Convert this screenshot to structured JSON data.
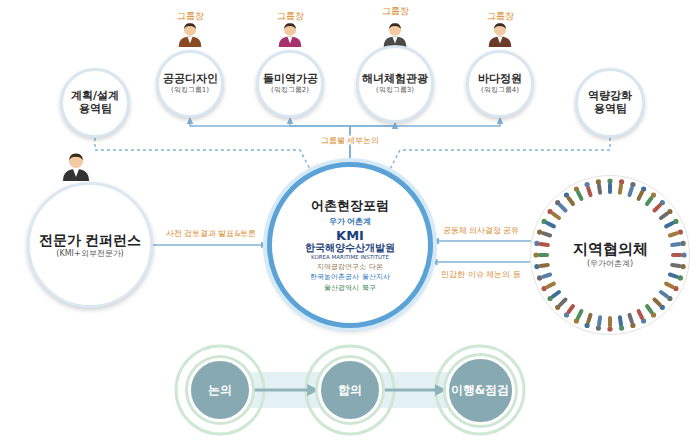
{
  "diagram": {
    "nodes": [
      {
        "text": [
          "계획/설계 용역팀"
        ]
      },
      {
        "text": [
          "그룹장",
          "공공디자인",
          "(워킹그룹1)"
        ]
      },
      {
        "text": [
          "그룹장",
          "돌미역가공",
          "(워킹그룹2)"
        ]
      },
      {
        "text": [
          "그룹장",
          "해녀체험관광",
          "(워킹그룹3)"
        ]
      },
      {
        "text": [
          "그룹장",
          "바다정원",
          "(워킹그룹4)"
        ]
      },
      {
        "text": [
          "역량강화 용역팀"
        ]
      },
      {
        "text": [
          "전문가 컨퍼런스",
          "(KMI+외부전문가)"
        ]
      },
      {
        "text": [
          "어촌현장포럼",
          "우가 어촌계",
          "KMI",
          "한국해양수산개발원",
          "KOREA MARITIME INSTITUTE",
          "지역공감연구소 다온",
          "한국농어촌공사 울산지사",
          "울산광역시 북구"
        ]
      },
      {
        "text": [
          "지역협의체",
          "(우가어촌계)"
        ]
      },
      {
        "text": [
          "논의"
        ]
      },
      {
        "text": [
          "합의"
        ]
      },
      {
        "text": [
          "이행&점검"
        ]
      }
    ],
    "edges": [
      {
        "from": 7,
        "to": 1,
        "arrow": "to"
      },
      {
        "from": 7,
        "to": 2,
        "arrow": "to",
        "label": "그룹별 세부논의"
      },
      {
        "from": 7,
        "to": 3,
        "arrow": "to"
      },
      {
        "from": 7,
        "to": 4,
        "arrow": "to"
      },
      {
        "from": 0,
        "to": 7,
        "arrow": "none"
      },
      {
        "from": 5,
        "to": 7,
        "arrow": "none"
      },
      {
        "from": 6,
        "to": 7,
        "arrow": "to",
        "label": "사전 검토결과 발표&토론"
      },
      {
        "from": 8,
        "to": 7,
        "arrow": "to",
        "label": "공동체 의사결정 공유"
      },
      {
        "from": 8,
        "to": 7,
        "arrow": "to",
        "label": "민감한 이슈 제논의 등"
      },
      {
        "from": 9,
        "to": 10,
        "arrow": "to"
      },
      {
        "from": 10,
        "to": 11,
        "arrow": "to"
      }
    ]
  }
}
